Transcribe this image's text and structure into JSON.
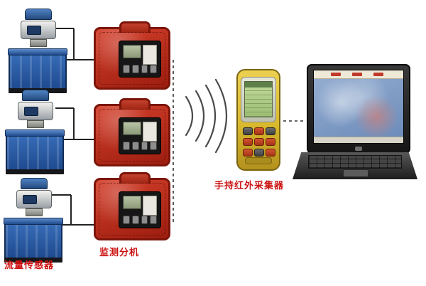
{
  "diagram": {
    "labels": {
      "flow_sensor": "流量传感器",
      "monitor_unit": "监测分机",
      "handheld_collector": "手持红外采集器"
    },
    "devices": {
      "flow_sensor_count": 3,
      "monitor_unit_count": 3,
      "handheld_count": 1,
      "laptop_count": 1
    },
    "colors": {
      "label_red": "#cc1111",
      "monitor_box_red": "#c0301f",
      "tank_blue": "#2a5ca8",
      "handheld_yellow": "#ddbb33",
      "lcd_green": "#aecd8a",
      "laptop_screen_blue": "#7d9bc6"
    },
    "connections": {
      "sensor_to_monitor": "wired",
      "monitor_to_handheld": "wireless-infrared",
      "handheld_to_laptop": "dashed-link"
    }
  }
}
